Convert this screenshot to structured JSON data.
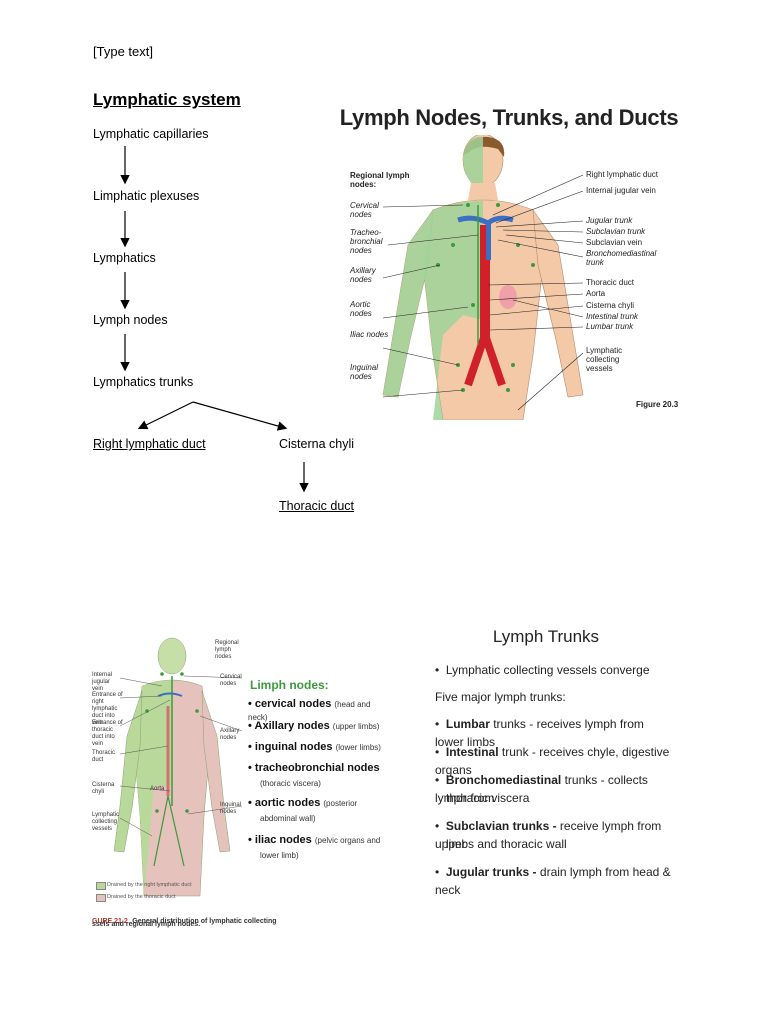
{
  "header": {
    "text": "[Type text]"
  },
  "section": {
    "title": "Lymphatic system"
  },
  "flow": {
    "step1": "Lymphatic capillaries",
    "step2": "Limphatic plexuses",
    "step3": "Lymphatics",
    "step4": "Lymph nodes",
    "step5": "Lymphatics trunks",
    "branch_left": "Right lymphatic duct",
    "branch_right": "Cisterna chyli",
    "final": "Thoracic duct"
  },
  "figure1": {
    "title": "Lymph Nodes, Trunks, and Ducts",
    "left_header": "Regional lymph nodes:",
    "left_labels": [
      "Cervical nodes",
      "Tracheo-bronchial nodes",
      "Axillary nodes",
      "Aortic nodes",
      "Iliac nodes",
      "Inguinal nodes"
    ],
    "right_labels": [
      "Right lymphatic duct",
      "Internal jugular vein",
      "Jugular trunk",
      "Subclavian trunk",
      "Subclavian vein",
      "Bronchomediastinal trunk",
      "Thoracic duct",
      "Aorta",
      "Cisterna chyli",
      "Intestinal trunk",
      "Lumbar trunk",
      "Lymphatic collecting vessels"
    ],
    "caption": "Figure 20.3"
  },
  "figure2": {
    "left_labels": [
      "Internal jugular vein",
      "Entrance of right lymphatic duct into vein",
      "Entrance of thoracic duct into vein",
      "Thoracic duct",
      "Cisterna chyli",
      "Lymphatic collecting vessels"
    ],
    "top_right_label": "Regional lymph nodes",
    "body_labels": [
      "Cervical nodes",
      "Axillary nodes",
      "Aorta",
      "Inguinal nodes"
    ],
    "list_title": "Limph nodes:",
    "items": [
      {
        "name": "cervical nodes",
        "desc": "(head and neck)"
      },
      {
        "name": "Axillary nodes",
        "desc": "(upper limbs)"
      },
      {
        "name": "inguinal nodes",
        "desc": "(lower limbs)"
      },
      {
        "name": "tracheobronchial nodes",
        "desc": ""
      },
      {
        "name": "aortic nodes",
        "desc": "(posterior"
      },
      {
        "name": "iliac nodes",
        "desc": "(pelvic organs and"
      }
    ],
    "sub_lines": [
      "(thoracic viscera)",
      "abdominal wall)",
      "lower limb)"
    ],
    "legend": [
      "Drained by the right lymphatic duct",
      "Drained by the thoracic duct"
    ],
    "caption_num": "GURE 21.2",
    "caption_text": "General distribution of lymphatic collecting",
    "caption_text2": "ssels and regional lymph nodes."
  },
  "slide": {
    "title": "Lymph Trunks",
    "bullet1": "Lymphatic collecting vessels converge",
    "line2": "Five major lymph trunks:",
    "b3_bold": "Lumbar",
    "b3_rest": " trunks - receives lymph from lower limbs",
    "b4_bold": "Intestinal",
    "b4_rest": " trunk - receives chyle, digestive organs",
    "b5_bold": "Bronchomediastinal",
    "b5_rest": " trunks - collects lymph from",
    "b5_line2": "thoracic viscera",
    "b6_bold": "Subclavian trunks -",
    "b6_rest": " receive lymph from upper",
    "b6_line2": "limbs and thoracic wall",
    "b7_bold": "Jugular trunks -",
    "b7_rest": " drain lymph from head & neck",
    "bullet_char": "•"
  },
  "colors": {
    "lymph_green": "#9fd39a",
    "skin": "#f4c9a8",
    "aorta_red": "#d0202a",
    "vein_blue": "#3b6fc4",
    "title_green": "#3c9a3c"
  }
}
